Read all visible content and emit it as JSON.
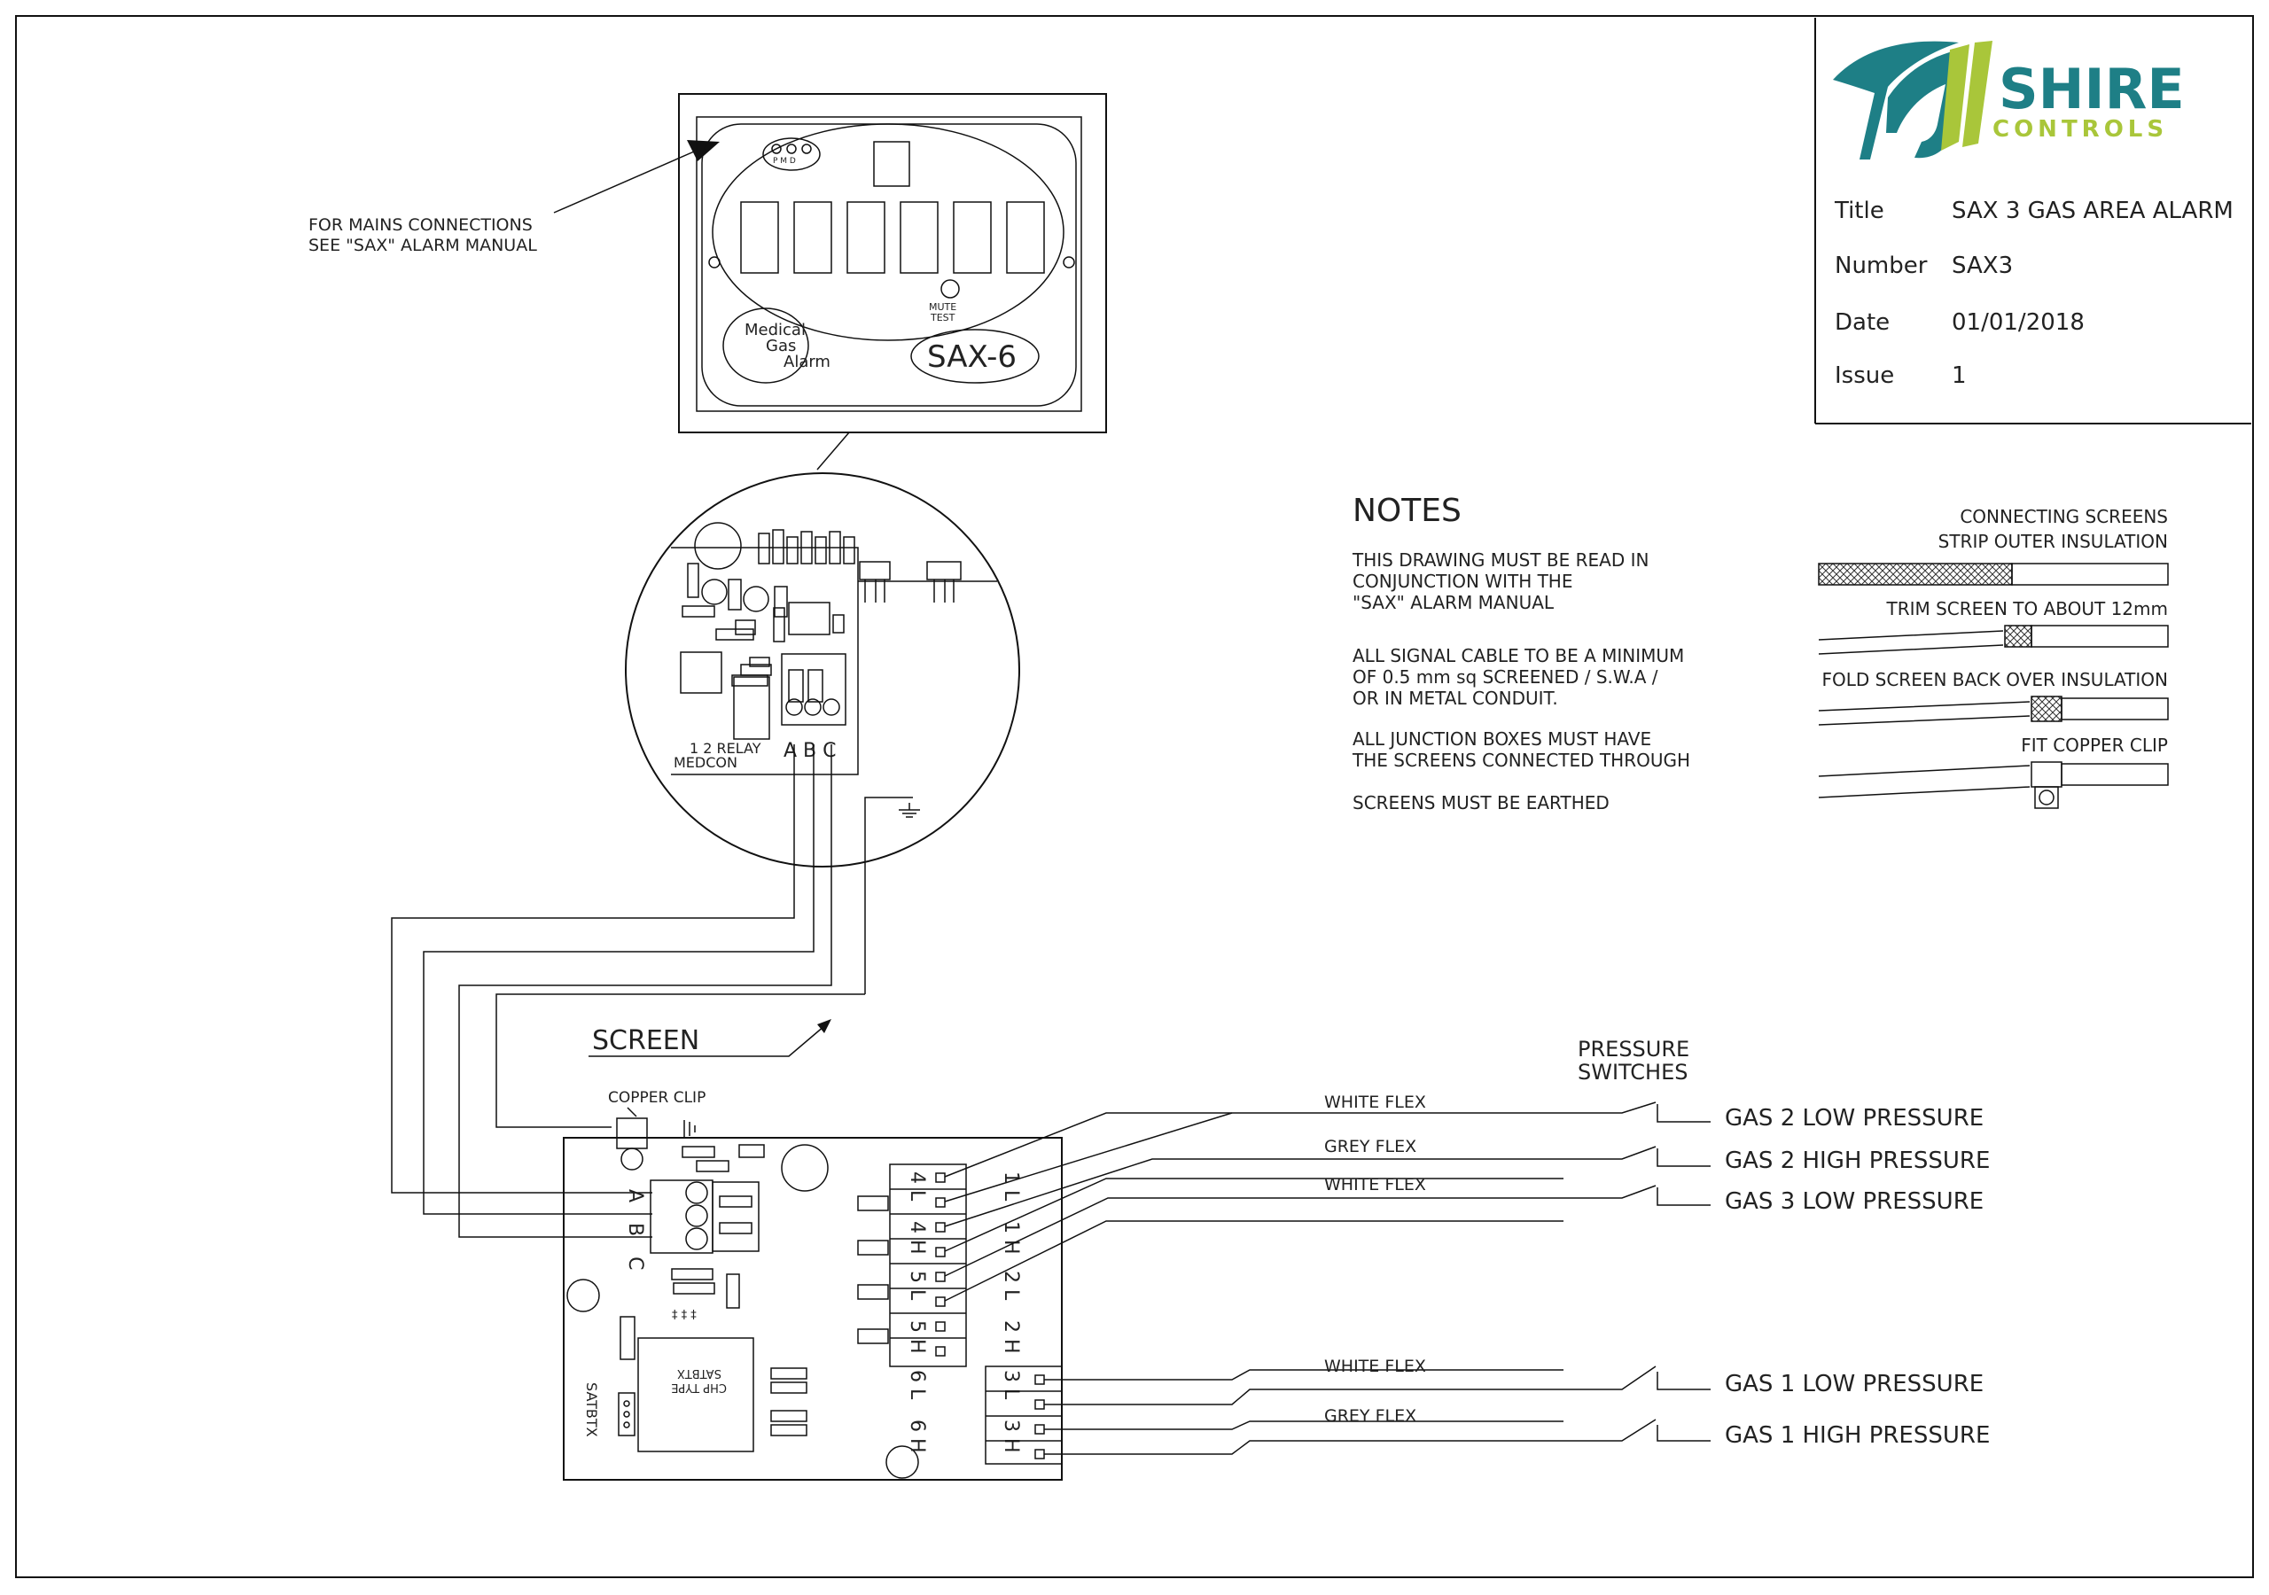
{
  "brand": {
    "name_line1": "SHIRE",
    "name_line2": "CONTROLS",
    "primary_color": "#1e7f86",
    "accent_color": "#a9c63a"
  },
  "title_block": {
    "title_label": "Title",
    "title_value": "SAX 3 GAS AREA ALARM",
    "number_label": "Number",
    "number_value": "SAX3",
    "date_label": "Date",
    "date_value": "01/01/2018",
    "issue_label": "Issue",
    "issue_value": "1"
  },
  "mains_note": {
    "line1": "FOR MAINS CONNECTIONS",
    "line2": "SEE \"SAX\" ALARM MANUAL"
  },
  "alarm_panel": {
    "led_labels": "P M D",
    "mute_label": "MUTE",
    "test_label": "TEST",
    "oval_line1": "Medical",
    "oval_line2": "Gas",
    "oval_line3": "Alarm",
    "model": "SAX-6"
  },
  "board_detail": {
    "relay_label": "1  2  RELAY",
    "medcon_label": "MEDCON",
    "abc_label": "A B C"
  },
  "notes": {
    "heading": "NOTES",
    "lines": [
      "THIS DRAWING MUST BE READ IN",
      "CONJUNCTION WITH THE",
      "\"SAX\" ALARM MANUAL",
      "",
      "ALL SIGNAL CABLE TO BE A MINIMUM",
      "OF 0.5 mm sq SCREENED / S.W.A /",
      "OR IN METAL CONDUIT.",
      "",
      "ALL JUNCTION BOXES MUST HAVE",
      "THE SCREENS CONNECTED THROUGH",
      "",
      "SCREENS MUST BE EARTHED"
    ]
  },
  "screen_steps": {
    "step1_line1": "CONNECTING SCREENS",
    "step1_line2": "STRIP OUTER INSULATION",
    "step2": "TRIM SCREEN TO ABOUT 12mm",
    "step3": "FOLD SCREEN BACK OVER INSULATION",
    "step4": "FIT COPPER CLIP"
  },
  "wiring": {
    "screen_label": "SCREEN",
    "copper_clip_label": "COPPER CLIP",
    "abc_vertical": "A B C",
    "satbtx_label": "SATBTX",
    "chip_label_1": "CHP TYPE",
    "chip_label_2": "SATBTX",
    "terminal_labels_left": [
      "4 L",
      "4 H",
      "5 L",
      "5 H",
      "6 L",
      "6 H"
    ],
    "terminal_labels_right": [
      "1 L",
      "1 H",
      "2 L",
      "2 H",
      "3 L",
      "3 H"
    ],
    "pressure_switches_line1": "PRESSURE",
    "pressure_switches_line2": "SWITCHES",
    "flex_labels": [
      "WHITE FLEX",
      "GREY FLEX",
      "WHITE FLEX",
      "WHITE FLEX",
      "GREY FLEX"
    ],
    "pressure_labels": [
      "GAS 2 LOW PRESSURE",
      "GAS 2 HIGH PRESSURE",
      "GAS 3 LOW PRESSURE",
      "GAS 1 LOW PRESSURE",
      "GAS 1 HIGH PRESSURE"
    ]
  }
}
